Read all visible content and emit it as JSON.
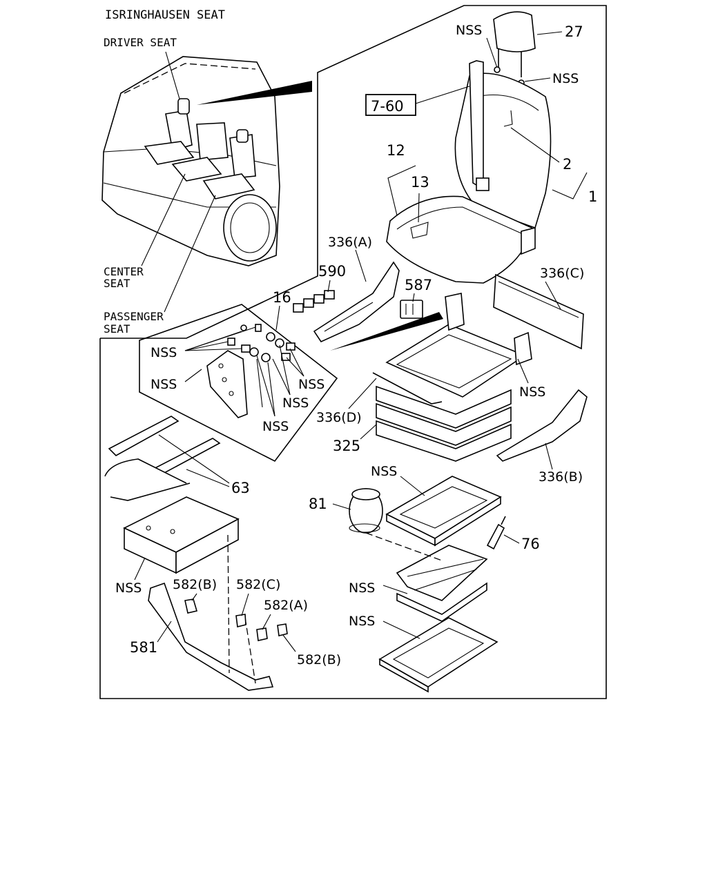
{
  "header": {
    "title": "ISRINGHAUSEN SEAT"
  },
  "inset": {
    "driver_seat": "DRIVER SEAT",
    "center_seat_line1": "CENTER",
    "center_seat_line2": "SEAT",
    "passenger_seat_line1": "PASSENGER",
    "passenger_seat_line2": "SEAT"
  },
  "callouts": {
    "c27": "27",
    "nss_top1": "NSS",
    "nss_top2": "NSS",
    "ref_7_60": "7-60",
    "c2": "2",
    "c1": "1",
    "c12": "12",
    "c13": "13",
    "c336a": "336(A)",
    "c590": "590",
    "c587": "587",
    "c336c": "336(C)",
    "c16": "16",
    "nss_g1": "NSS",
    "nss_g2": "NSS",
    "nss_g3": "NSS",
    "nss_g4": "NSS",
    "nss_g5": "NSS",
    "nss_right": "NSS",
    "c336d": "336(D)",
    "c325": "325",
    "c336b": "336(B)",
    "c63": "63",
    "nss_frame": "NSS",
    "c81": "81",
    "c76": "76",
    "nss_bracket": "NSS",
    "c582b1": "582(B)",
    "c582c": "582(C)",
    "c582a": "582(A)",
    "c582b2": "582(B)",
    "c581": "581",
    "nss_scissor": "NSS",
    "nss_rail": "NSS"
  }
}
